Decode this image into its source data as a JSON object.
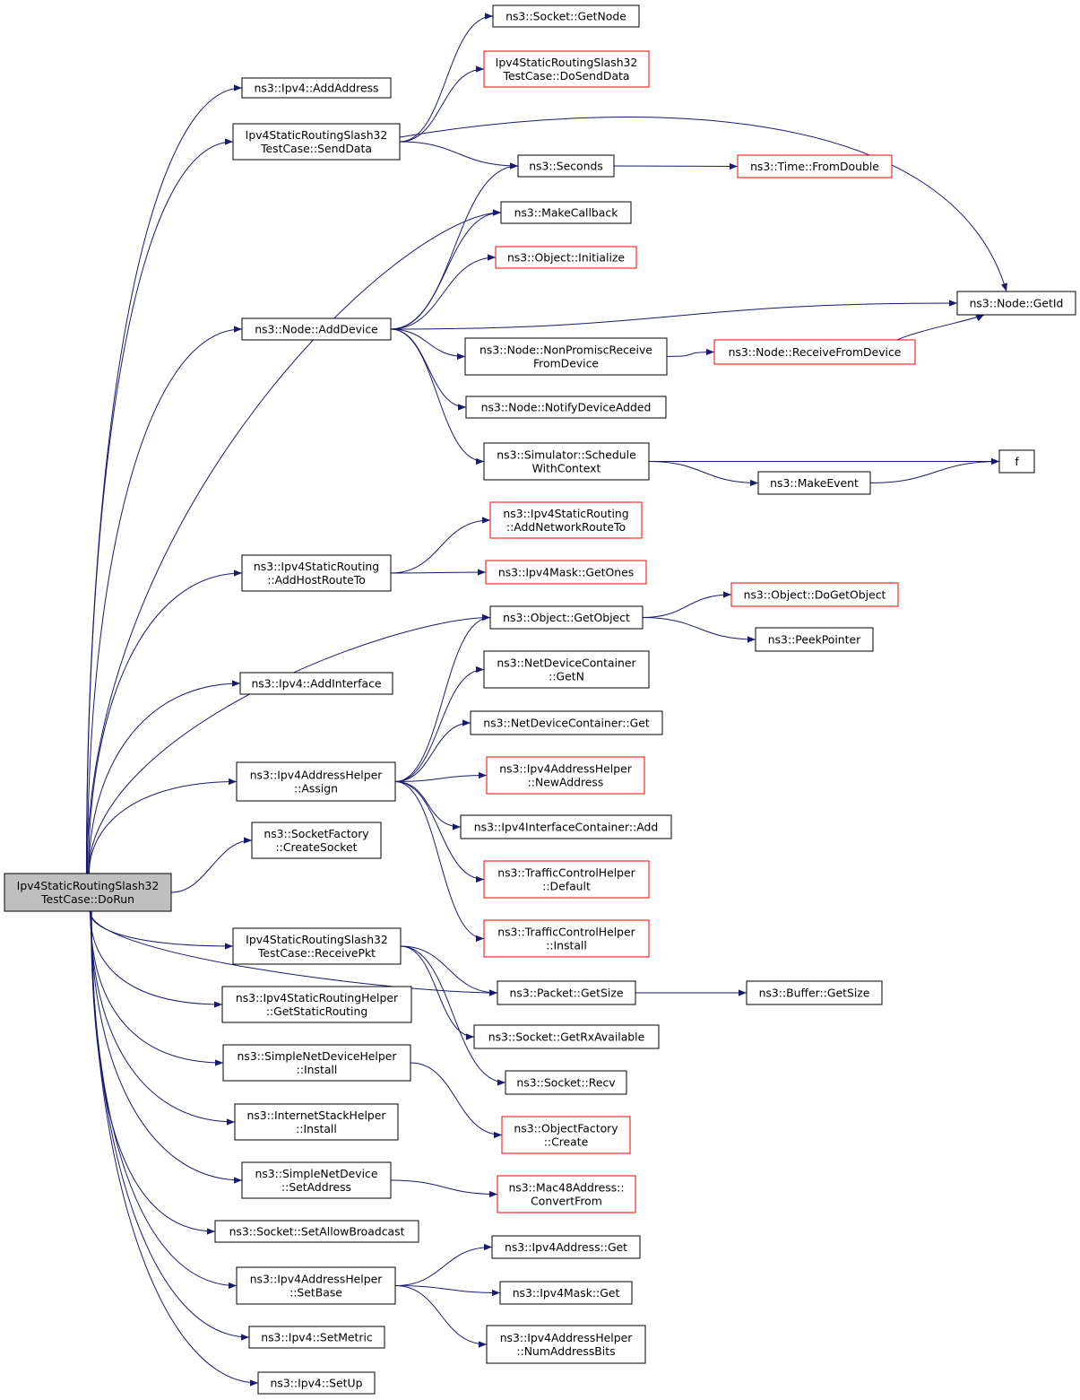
{
  "colors": {
    "edge": "#191970",
    "undocumented_border": "#ff0000",
    "node_border": "#000000",
    "root_fill": "#bfbfbf"
  },
  "nodes": {
    "root": {
      "lines": [
        "Ipv4StaticRoutingSlash32",
        "TestCase::DoRun"
      ]
    },
    "addAddress": {
      "lines": [
        "ns3::Ipv4::AddAddress"
      ]
    },
    "sendData": {
      "lines": [
        "Ipv4StaticRoutingSlash32",
        "TestCase::SendData"
      ]
    },
    "addDevice": {
      "lines": [
        "ns3::Node::AddDevice"
      ]
    },
    "addHostRouteTo": {
      "lines": [
        "ns3::Ipv4StaticRouting",
        "::AddHostRouteTo"
      ]
    },
    "addInterface": {
      "lines": [
        "ns3::Ipv4::AddInterface"
      ]
    },
    "assign": {
      "lines": [
        "ns3::Ipv4AddressHelper",
        "::Assign"
      ]
    },
    "createSocket": {
      "lines": [
        "ns3::SocketFactory",
        "::CreateSocket"
      ]
    },
    "receivePkt": {
      "lines": [
        "Ipv4StaticRoutingSlash32",
        "TestCase::ReceivePkt"
      ]
    },
    "getStaticRouting": {
      "lines": [
        "ns3::Ipv4StaticRoutingHelper",
        "::GetStaticRouting"
      ]
    },
    "simpleInstall": {
      "lines": [
        "ns3::SimpleNetDeviceHelper",
        "::Install"
      ]
    },
    "internetInstall": {
      "lines": [
        "ns3::InternetStackHelper",
        "::Install"
      ]
    },
    "setAddress": {
      "lines": [
        "ns3::SimpleNetDevice",
        "::SetAddress"
      ]
    },
    "setAllowBroadcast": {
      "lines": [
        "ns3::Socket::SetAllowBroadcast"
      ]
    },
    "setBase": {
      "lines": [
        "ns3::Ipv4AddressHelper",
        "::SetBase"
      ]
    },
    "setMetric": {
      "lines": [
        "ns3::Ipv4::SetMetric"
      ]
    },
    "setUp": {
      "lines": [
        "ns3::Ipv4::SetUp"
      ]
    },
    "getNode": {
      "lines": [
        "ns3::Socket::GetNode"
      ]
    },
    "doSendData": {
      "lines": [
        "Ipv4StaticRoutingSlash32",
        "TestCase::DoSendData"
      ]
    },
    "seconds": {
      "lines": [
        "ns3::Seconds"
      ]
    },
    "makeCallback": {
      "lines": [
        "ns3::MakeCallback"
      ]
    },
    "initialize": {
      "lines": [
        "ns3::Object::Initialize"
      ]
    },
    "nonPromisc": {
      "lines": [
        "ns3::Node::NonPromiscReceive",
        "FromDevice"
      ]
    },
    "notifyDeviceAdded": {
      "lines": [
        "ns3::Node::NotifyDeviceAdded"
      ]
    },
    "scheduleWithContext": {
      "lines": [
        "ns3::Simulator::Schedule",
        "WithContext"
      ]
    },
    "addNetworkRouteTo": {
      "lines": [
        "ns3::Ipv4StaticRouting",
        "::AddNetworkRouteTo"
      ]
    },
    "maskGetOnes": {
      "lines": [
        "ns3::Ipv4Mask::GetOnes"
      ]
    },
    "getObject": {
      "lines": [
        "ns3::Object::GetObject"
      ]
    },
    "ndcGetN": {
      "lines": [
        "ns3::NetDeviceContainer",
        "::GetN"
      ]
    },
    "ndcGet": {
      "lines": [
        "ns3::NetDeviceContainer::Get"
      ]
    },
    "newAddress": {
      "lines": [
        "ns3::Ipv4AddressHelper",
        "::NewAddress"
      ]
    },
    "iicAdd": {
      "lines": [
        "ns3::Ipv4InterfaceContainer::Add"
      ]
    },
    "tchDefault": {
      "lines": [
        "ns3::TrafficControlHelper",
        "::Default"
      ]
    },
    "tchInstall": {
      "lines": [
        "ns3::TrafficControlHelper",
        "::Install"
      ]
    },
    "packetGetSize": {
      "lines": [
        "ns3::Packet::GetSize"
      ]
    },
    "getRxAvailable": {
      "lines": [
        "ns3::Socket::GetRxAvailable"
      ]
    },
    "recv": {
      "lines": [
        "ns3::Socket::Recv"
      ]
    },
    "objectFactoryCreate": {
      "lines": [
        "ns3::ObjectFactory",
        "::Create"
      ]
    },
    "convertFrom": {
      "lines": [
        "ns3::Mac48Address::",
        "ConvertFrom"
      ]
    },
    "addrGet": {
      "lines": [
        "ns3::Ipv4Address::Get"
      ]
    },
    "maskGet": {
      "lines": [
        "ns3::Ipv4Mask::Get"
      ]
    },
    "numAddressBits": {
      "lines": [
        "ns3::Ipv4AddressHelper",
        "::NumAddressBits"
      ]
    },
    "fromDouble": {
      "lines": [
        "ns3::Time::FromDouble"
      ]
    },
    "nodeGetId": {
      "lines": [
        "ns3::Node::GetId"
      ]
    },
    "receiveFromDevice": {
      "lines": [
        "ns3::Node::ReceiveFromDevice"
      ]
    },
    "f": {
      "lines": [
        "f"
      ]
    },
    "makeEvent": {
      "lines": [
        "ns3::MakeEvent"
      ]
    },
    "doGetObject": {
      "lines": [
        "ns3::Object::DoGetObject"
      ]
    },
    "peekPointer": {
      "lines": [
        "ns3::PeekPointer"
      ]
    },
    "bufferGetSize": {
      "lines": [
        "ns3::Buffer::GetSize"
      ]
    }
  },
  "edges": [
    [
      "root",
      "addAddress"
    ],
    [
      "root",
      "sendData"
    ],
    [
      "root",
      "makeCallback"
    ],
    [
      "root",
      "addDevice"
    ],
    [
      "root",
      "addHostRouteTo"
    ],
    [
      "root",
      "addInterface"
    ],
    [
      "root",
      "getObject"
    ],
    [
      "root",
      "assign"
    ],
    [
      "root",
      "createSocket"
    ],
    [
      "root",
      "packetGetSize"
    ],
    [
      "root",
      "receivePkt"
    ],
    [
      "root",
      "getStaticRouting"
    ],
    [
      "root",
      "simpleInstall"
    ],
    [
      "root",
      "internetInstall"
    ],
    [
      "root",
      "setAddress"
    ],
    [
      "root",
      "setAllowBroadcast"
    ],
    [
      "root",
      "setBase"
    ],
    [
      "root",
      "setMetric"
    ],
    [
      "root",
      "setUp"
    ],
    [
      "sendData",
      "getNode"
    ],
    [
      "sendData",
      "doSendData"
    ],
    [
      "sendData",
      "nodeGetId"
    ],
    [
      "sendData",
      "seconds"
    ],
    [
      "addDevice",
      "seconds"
    ],
    [
      "addDevice",
      "makeCallback"
    ],
    [
      "addDevice",
      "initialize"
    ],
    [
      "addDevice",
      "nodeGetId"
    ],
    [
      "addDevice",
      "nonPromisc"
    ],
    [
      "addDevice",
      "notifyDeviceAdded"
    ],
    [
      "addDevice",
      "scheduleWithContext"
    ],
    [
      "addHostRouteTo",
      "addNetworkRouteTo"
    ],
    [
      "addHostRouteTo",
      "maskGetOnes"
    ],
    [
      "assign",
      "getObject"
    ],
    [
      "assign",
      "ndcGetN"
    ],
    [
      "assign",
      "ndcGet"
    ],
    [
      "assign",
      "newAddress"
    ],
    [
      "assign",
      "iicAdd"
    ],
    [
      "assign",
      "tchDefault"
    ],
    [
      "assign",
      "tchInstall"
    ],
    [
      "receivePkt",
      "packetGetSize"
    ],
    [
      "receivePkt",
      "getRxAvailable"
    ],
    [
      "receivePkt",
      "recv"
    ],
    [
      "simpleInstall",
      "objectFactoryCreate"
    ],
    [
      "setAddress",
      "convertFrom"
    ],
    [
      "setBase",
      "addrGet"
    ],
    [
      "setBase",
      "maskGet"
    ],
    [
      "setBase",
      "numAddressBits"
    ],
    [
      "seconds",
      "fromDouble"
    ],
    [
      "nonPromisc",
      "receiveFromDevice"
    ],
    [
      "receiveFromDevice",
      "nodeGetId"
    ],
    [
      "scheduleWithContext",
      "f"
    ],
    [
      "scheduleWithContext",
      "makeEvent"
    ],
    [
      "makeEvent",
      "f"
    ],
    [
      "getObject",
      "doGetObject"
    ],
    [
      "getObject",
      "peekPointer"
    ],
    [
      "packetGetSize",
      "bufferGetSize"
    ]
  ]
}
